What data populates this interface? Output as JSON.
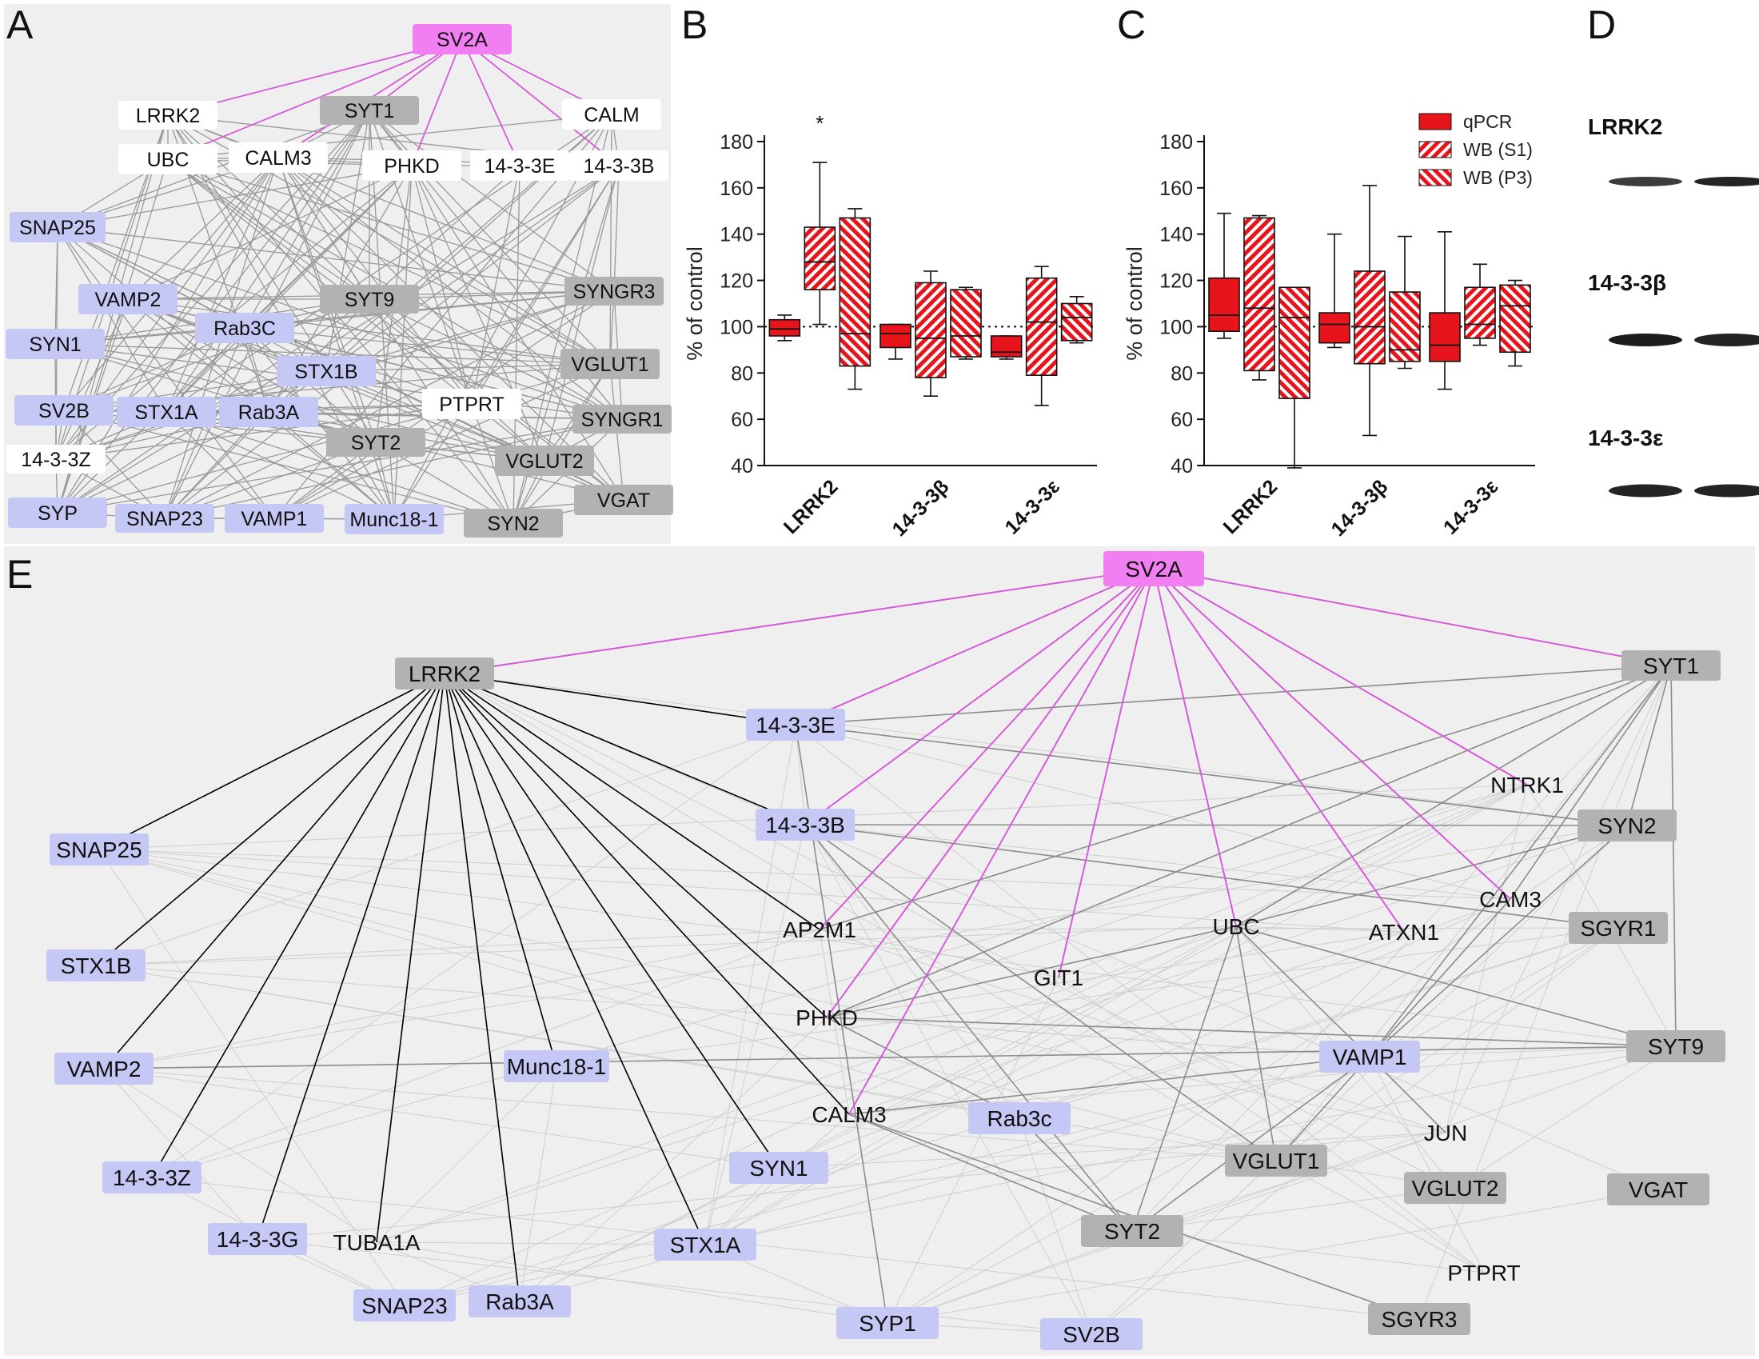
{
  "panel_letters": {
    "a": "A",
    "b": "B",
    "c": "C",
    "d": "D",
    "e": "E"
  },
  "colors": {
    "panel_bg": "#efefef",
    "node_purple": "#c5c7f4",
    "node_gray": "#b2b2b2",
    "node_white": "#ffffff",
    "node_pink": "#f17ff1",
    "edge_pink": "#d65bd9",
    "edge_black": "#000000",
    "edge_gray": "#8c8c8c",
    "edge_light": "#cfcfcf",
    "bar_red": "#e8141c"
  },
  "network_a": {
    "nodes": [
      {
        "id": "SV2A",
        "label": "SV2A",
        "style": "pink"
      },
      {
        "id": "LRRK2",
        "label": "LRRK2",
        "style": "white"
      },
      {
        "id": "SYT1",
        "label": "SYT1",
        "style": "gray"
      },
      {
        "id": "CALM",
        "label": "CALM",
        "style": "white"
      },
      {
        "id": "UBC",
        "label": "UBC",
        "style": "white"
      },
      {
        "id": "CALM3",
        "label": "CALM3",
        "style": "white"
      },
      {
        "id": "PHKD",
        "label": "PHKD",
        "style": "white"
      },
      {
        "id": "1433E",
        "label": "14-3-3E",
        "style": "white"
      },
      {
        "id": "1433B",
        "label": "14-3-3B",
        "style": "white"
      },
      {
        "id": "SNAP25",
        "label": "SNAP25",
        "style": "purple"
      },
      {
        "id": "VAMP2",
        "label": "VAMP2",
        "style": "purple"
      },
      {
        "id": "SYT9",
        "label": "SYT9",
        "style": "gray"
      },
      {
        "id": "SYNGR3",
        "label": "SYNGR3",
        "style": "gray"
      },
      {
        "id": "SYN1",
        "label": "SYN1",
        "style": "purple"
      },
      {
        "id": "Rab3C",
        "label": "Rab3C",
        "style": "purple"
      },
      {
        "id": "VGLUT1",
        "label": "VGLUT1",
        "style": "gray"
      },
      {
        "id": "STX1B",
        "label": "STX1B",
        "style": "purple"
      },
      {
        "id": "SV2B",
        "label": "SV2B",
        "style": "purple"
      },
      {
        "id": "STX1A",
        "label": "STX1A",
        "style": "purple"
      },
      {
        "id": "Rab3A",
        "label": "Rab3A",
        "style": "purple"
      },
      {
        "id": "PTPRT",
        "label": "PTPRT",
        "style": "white"
      },
      {
        "id": "SYNGR1",
        "label": "SYNGR1",
        "style": "gray"
      },
      {
        "id": "SYT2",
        "label": "SYT2",
        "style": "gray"
      },
      {
        "id": "1433Z",
        "label": "14-3-3Z",
        "style": "white"
      },
      {
        "id": "VGLUT2",
        "label": "VGLUT2",
        "style": "gray"
      },
      {
        "id": "VGAT",
        "label": "VGAT",
        "style": "gray"
      },
      {
        "id": "SYP",
        "label": "SYP",
        "style": "purple"
      },
      {
        "id": "SNAP23",
        "label": "SNAP23",
        "style": "purple"
      },
      {
        "id": "VAMP1",
        "label": "VAMP1",
        "style": "purple"
      },
      {
        "id": "Munc18",
        "label": "Munc18-1",
        "style": "purple"
      },
      {
        "id": "SYN2",
        "label": "SYN2",
        "style": "gray"
      }
    ],
    "pink_edges": [
      [
        "SV2A",
        "LRRK2"
      ],
      [
        "SV2A",
        "SYT1"
      ],
      [
        "SV2A",
        "CALM"
      ],
      [
        "SV2A",
        "UBC"
      ],
      [
        "SV2A",
        "CALM3"
      ],
      [
        "SV2A",
        "PHKD"
      ],
      [
        "SV2A",
        "1433E"
      ],
      [
        "SV2A",
        "1433B"
      ]
    ]
  },
  "network_e": {
    "nodes": [
      {
        "id": "SV2A",
        "label": "SV2A",
        "style": "pink"
      },
      {
        "id": "LRRK2",
        "label": "LRRK2",
        "style": "gray"
      },
      {
        "id": "SYT1",
        "label": "SYT1",
        "style": "gray"
      },
      {
        "id": "1433E",
        "label": "14-3-3E",
        "style": "purple"
      },
      {
        "id": "NTRK1",
        "label": "NTRK1",
        "style": "plain"
      },
      {
        "id": "1433B",
        "label": "14-3-3B",
        "style": "purple"
      },
      {
        "id": "SYN2",
        "label": "SYN2",
        "style": "gray"
      },
      {
        "id": "SNAP25",
        "label": "SNAP25",
        "style": "purple"
      },
      {
        "id": "CAM3",
        "label": "CAM3",
        "style": "plain"
      },
      {
        "id": "AP2M1",
        "label": "AP2M1",
        "style": "plain"
      },
      {
        "id": "UBC",
        "label": "UBC",
        "style": "plain"
      },
      {
        "id": "ATXN1",
        "label": "ATXN1",
        "style": "plain"
      },
      {
        "id": "SGYR1",
        "label": "SGYR1",
        "style": "gray"
      },
      {
        "id": "STX1B",
        "label": "STX1B",
        "style": "purple"
      },
      {
        "id": "GIT1",
        "label": "GIT1",
        "style": "plain"
      },
      {
        "id": "PHKD",
        "label": "PHKD",
        "style": "plain"
      },
      {
        "id": "SYT9",
        "label": "SYT9",
        "style": "gray"
      },
      {
        "id": "VAMP1",
        "label": "VAMP1",
        "style": "purple"
      },
      {
        "id": "VAMP2",
        "label": "VAMP2",
        "style": "purple"
      },
      {
        "id": "Munc18",
        "label": "Munc18-1",
        "style": "purple"
      },
      {
        "id": "CALM3",
        "label": "CALM3",
        "style": "plain"
      },
      {
        "id": "JUN",
        "label": "JUN",
        "style": "plain"
      },
      {
        "id": "Rab3c",
        "label": "Rab3c",
        "style": "purple"
      },
      {
        "id": "1433Z",
        "label": "14-3-3Z",
        "style": "purple"
      },
      {
        "id": "SYN1",
        "label": "SYN1",
        "style": "purple"
      },
      {
        "id": "VGLUT1",
        "label": "VGLUT1",
        "style": "gray"
      },
      {
        "id": "VGLUT2",
        "label": "VGLUT2",
        "style": "gray"
      },
      {
        "id": "VGAT",
        "label": "VGAT",
        "style": "gray"
      },
      {
        "id": "1433G",
        "label": "14-3-3G",
        "style": "purple"
      },
      {
        "id": "TUBA1A",
        "label": "TUBA1A",
        "style": "plain"
      },
      {
        "id": "STX1A",
        "label": "STX1A",
        "style": "purple"
      },
      {
        "id": "SYT2",
        "label": "SYT2",
        "style": "gray"
      },
      {
        "id": "PTPRT",
        "label": "PTPRT",
        "style": "plain"
      },
      {
        "id": "SNAP23",
        "label": "SNAP23",
        "style": "purple"
      },
      {
        "id": "Rab3A",
        "label": "Rab3A",
        "style": "purple"
      },
      {
        "id": "SYP1",
        "label": "SYP1",
        "style": "purple"
      },
      {
        "id": "SV2B",
        "label": "SV2B",
        "style": "purple"
      },
      {
        "id": "SGYR3",
        "label": "SGYR3",
        "style": "gray"
      }
    ],
    "pink_edges": [
      [
        "SV2A",
        "LRRK2"
      ],
      [
        "SV2A",
        "SYT1"
      ],
      [
        "SV2A",
        "1433E"
      ],
      [
        "SV2A",
        "NTRK1"
      ],
      [
        "SV2A",
        "1433B"
      ],
      [
        "SV2A",
        "CAM3"
      ],
      [
        "SV2A",
        "AP2M1"
      ],
      [
        "SV2A",
        "UBC"
      ],
      [
        "SV2A",
        "ATXN1"
      ],
      [
        "SV2A",
        "GIT1"
      ],
      [
        "SV2A",
        "PHKD"
      ],
      [
        "SV2A",
        "CALM3"
      ]
    ],
    "black_edges": [
      [
        "LRRK2",
        "1433E"
      ],
      [
        "LRRK2",
        "1433B"
      ],
      [
        "LRRK2",
        "SNAP25"
      ],
      [
        "LRRK2",
        "STX1B"
      ],
      [
        "LRRK2",
        "VAMP2"
      ],
      [
        "LRRK2",
        "1433Z"
      ],
      [
        "LRRK2",
        "1433G"
      ],
      [
        "LRRK2",
        "TUBA1A"
      ],
      [
        "LRRK2",
        "Rab3A"
      ],
      [
        "LRRK2",
        "STX1A"
      ],
      [
        "LRRK2",
        "SYN1"
      ],
      [
        "LRRK2",
        "Munc18"
      ],
      [
        "LRRK2",
        "AP2M1"
      ],
      [
        "LRRK2",
        "PHKD"
      ],
      [
        "LRRK2",
        "CALM3"
      ]
    ],
    "gray_edges": [
      [
        "1433E",
        "SYT1"
      ],
      [
        "1433E",
        "SYN2"
      ],
      [
        "1433B",
        "SYN2"
      ],
      [
        "1433B",
        "SGYR1"
      ],
      [
        "1433B",
        "VGLUT1"
      ],
      [
        "1433B",
        "SYT2"
      ],
      [
        "SYT1",
        "SYN2"
      ],
      [
        "SYT1",
        "SYT9"
      ],
      [
        "SYT1",
        "UBC"
      ],
      [
        "SYT1",
        "PHKD"
      ],
      [
        "SYT1",
        "VAMP1"
      ],
      [
        "SYT1",
        "AP2M1"
      ],
      [
        "SYT1",
        "CAM3"
      ],
      [
        "SYN2",
        "UBC"
      ],
      [
        "SYN2",
        "VAMP1"
      ],
      [
        "UBC",
        "PHKD"
      ],
      [
        "UBC",
        "VGLUT1"
      ],
      [
        "UBC",
        "SYT2"
      ],
      [
        "UBC",
        "SYT9"
      ],
      [
        "UBC",
        "VAMP1"
      ],
      [
        "PHKD",
        "SYT9"
      ],
      [
        "PHKD",
        "Rab3c"
      ],
      [
        "VAMP2",
        "SYT9"
      ],
      [
        "CALM3",
        "VAMP1"
      ],
      [
        "CALM3",
        "SYT2"
      ],
      [
        "VAMP1",
        "VGLUT1"
      ],
      [
        "VAMP1",
        "JUN"
      ],
      [
        "VAMP1",
        "SYT2"
      ],
      [
        "Rab3c",
        "SYT2"
      ],
      [
        "CALM3",
        "SGYR3"
      ],
      [
        "1433E",
        "SYP1"
      ],
      [
        "CAM3",
        "VAMP1"
      ]
    ]
  },
  "chart_data": [
    {
      "type": "box",
      "panel": "B",
      "ylabel": "% of control",
      "ylim": [
        40,
        180
      ],
      "yticks": [
        40,
        60,
        80,
        100,
        120,
        140,
        160,
        180
      ],
      "reference_line": 100,
      "categories": [
        "LRRK2",
        "14-3-3β",
        "14-3-3ε"
      ],
      "annotation": "*",
      "series": [
        {
          "name": "qPCR",
          "boxes": [
            {
              "min": 94,
              "q1": 96,
              "median": 99,
              "q3": 103,
              "max": 105
            },
            {
              "min": 86,
              "q1": 91,
              "median": 97,
              "q3": 101,
              "max": 101
            },
            {
              "min": 86,
              "q1": 87,
              "median": 89,
              "q3": 96,
              "max": 96
            }
          ]
        },
        {
          "name": "WB (S1)",
          "boxes": [
            {
              "min": 101,
              "q1": 116,
              "median": 128,
              "q3": 143,
              "max": 171
            },
            {
              "min": 70,
              "q1": 78,
              "median": 95,
              "q3": 119,
              "max": 124
            },
            {
              "min": 66,
              "q1": 79,
              "median": 102,
              "q3": 121,
              "max": 126
            }
          ]
        },
        {
          "name": "WB (P3)",
          "boxes": [
            {
              "min": 73,
              "q1": 83,
              "median": 97,
              "q3": 147,
              "max": 151
            },
            {
              "min": 86,
              "q1": 87,
              "median": 96,
              "q3": 116,
              "max": 117
            },
            {
              "min": 93,
              "q1": 94,
              "median": 104,
              "q3": 110,
              "max": 113
            }
          ]
        }
      ]
    },
    {
      "type": "box",
      "panel": "C",
      "ylabel": "% of control",
      "ylim": [
        40,
        180
      ],
      "yticks": [
        40,
        60,
        80,
        100,
        120,
        140,
        160,
        180
      ],
      "reference_line": 100,
      "categories": [
        "LRRK2",
        "14-3-3β",
        "14-3-3ε"
      ],
      "legend": [
        "qPCR",
        "WB (S1)",
        "WB (P3)"
      ],
      "series": [
        {
          "name": "qPCR",
          "boxes": [
            {
              "min": 95,
              "q1": 98,
              "median": 105,
              "q3": 121,
              "max": 149
            },
            {
              "min": 91,
              "q1": 93,
              "median": 101,
              "q3": 106,
              "max": 140
            },
            {
              "min": 73,
              "q1": 85,
              "median": 92,
              "q3": 106,
              "max": 141
            }
          ]
        },
        {
          "name": "WB (S1)",
          "boxes": [
            {
              "min": 77,
              "q1": 81,
              "median": 108,
              "q3": 147,
              "max": 148
            },
            {
              "min": 53,
              "q1": 84,
              "median": 100,
              "q3": 124,
              "max": 161
            },
            {
              "min": 92,
              "q1": 95,
              "median": 101,
              "q3": 117,
              "max": 127
            }
          ]
        },
        {
          "name": "WB (P3)",
          "boxes": [
            {
              "min": 39,
              "q1": 69,
              "median": 104,
              "q3": 117,
              "max": 117
            },
            {
              "min": 82,
              "q1": 85,
              "median": 90,
              "q3": 115,
              "max": 139
            },
            {
              "min": 83,
              "q1": 89,
              "median": 109,
              "q3": 118,
              "max": 120
            }
          ]
        }
      ]
    }
  ],
  "blots": [
    {
      "label": "LRRK2",
      "bands": [
        {
          "intensity": 0.78
        },
        {
          "intensity": 0.95
        }
      ]
    },
    {
      "label": "14-3-3β",
      "bands": [
        {
          "intensity": 1.0
        },
        {
          "intensity": 0.95
        }
      ]
    },
    {
      "label": "14-3-3ε",
      "bands": [
        {
          "intensity": 0.95
        },
        {
          "intensity": 0.95
        }
      ]
    }
  ]
}
